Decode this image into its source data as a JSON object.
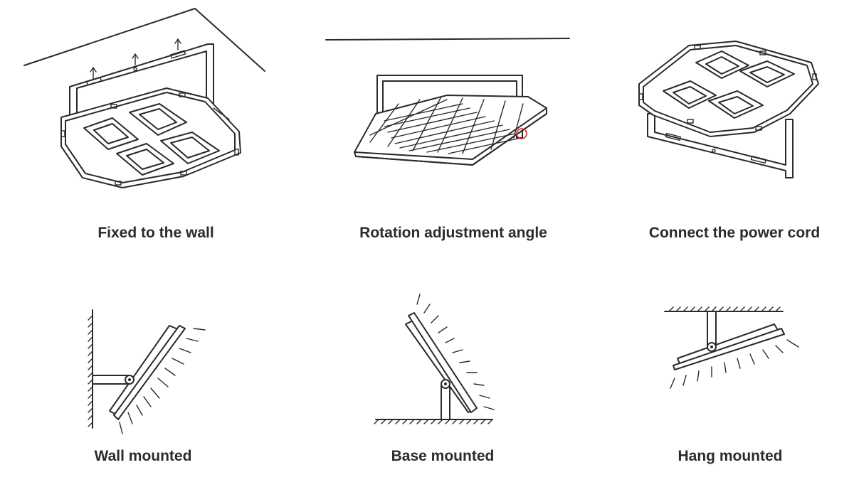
{
  "captions": {
    "fixed": "Fixed to the wall",
    "rotation": "Rotation adjustment angle",
    "connect": "Connect the power cord",
    "wall": "Wall mounted",
    "base": "Base mounted",
    "hang": "Hang mounted"
  },
  "colors": {
    "ink": "#2a2a2a",
    "text": "#2b2b2b",
    "marker": "#e02020"
  }
}
